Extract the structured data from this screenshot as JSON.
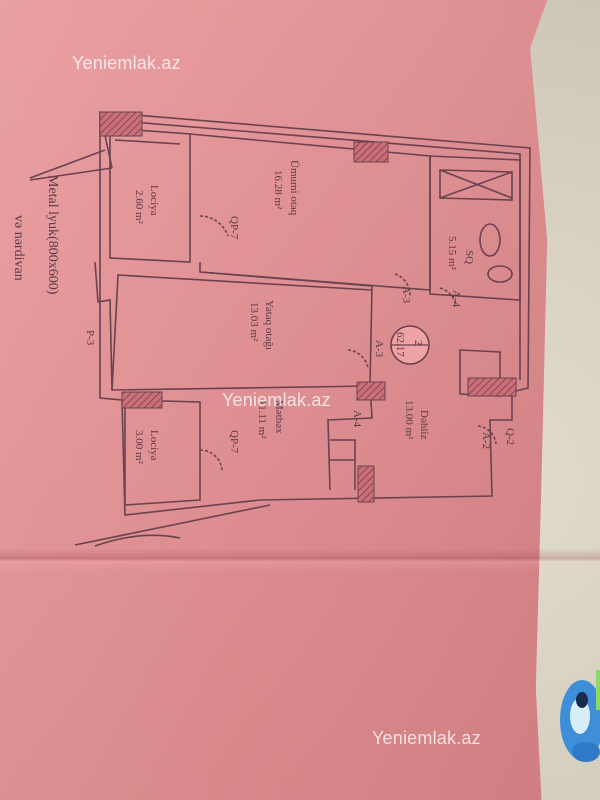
{
  "plan": {
    "rooms": [
      {
        "name": "Ümumi otaq",
        "area": "16.28 m²"
      },
      {
        "name": "Lociya",
        "area": "2.60 m²"
      },
      {
        "name": "Yataq otağı",
        "area": "13.03 m²"
      },
      {
        "name": "SQ",
        "area": "5.15 m²"
      },
      {
        "name": "Dəhliz",
        "area": "13.00 m²"
      },
      {
        "name": "Mətbəx",
        "area": "11.11 m²"
      },
      {
        "name": "Lociya",
        "area": "3.00 m²"
      }
    ],
    "door_tags": [
      "QP-7",
      "QP-7",
      "A-3",
      "A-3",
      "A-4",
      "A-4",
      "A-2",
      "Q-2",
      "P-3"
    ],
    "unit": {
      "number": "2",
      "area": "62.17"
    },
    "note_line1": "Metal lyuk(800x600)",
    "note_line2": "və nərdivan"
  },
  "watermarks": [
    "Yeniemlak.az",
    "Yeniemlak.az",
    "Yeniemlak.az"
  ],
  "colors": {
    "paper": "#e48f91",
    "ink": "#5a3a48",
    "hatch": "#8a4a55"
  }
}
